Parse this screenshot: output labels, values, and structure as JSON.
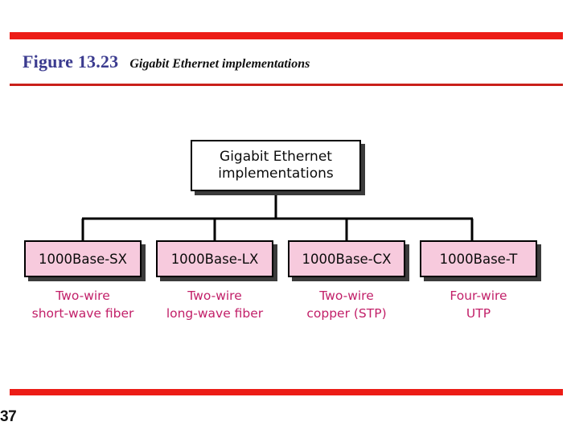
{
  "slide": {
    "page_number": "37",
    "rule_color": "#ec1c16",
    "rule_color_thin": "#c9201a"
  },
  "header": {
    "figure_number": "Figure 13.23",
    "figure_number_color": "#3b3b8f",
    "figure_caption": "Gigabit Ethernet implementations",
    "figure_caption_color": "#101010"
  },
  "diagram": {
    "type": "tree",
    "root": {
      "label": "Gigabit Ethernet\nimplementations",
      "fill": "#ffffff",
      "border": "#000000",
      "shadow": "#3b3b3b"
    },
    "leaf_fill": "#f7cadd",
    "leaf_border": "#000000",
    "leaf_shadow": "#3b3b3b",
    "caption_color": "#c22069",
    "children": [
      {
        "label": "1000Base-SX",
        "caption": "Two-wire\nshort-wave fiber"
      },
      {
        "label": "1000Base-LX",
        "caption": "Two-wire\nlong-wave fiber"
      },
      {
        "label": "1000Base-CX",
        "caption": "Two-wire\ncopper (STP)"
      },
      {
        "label": "1000Base-T",
        "caption": "Four-wire\nUTP"
      }
    ]
  }
}
